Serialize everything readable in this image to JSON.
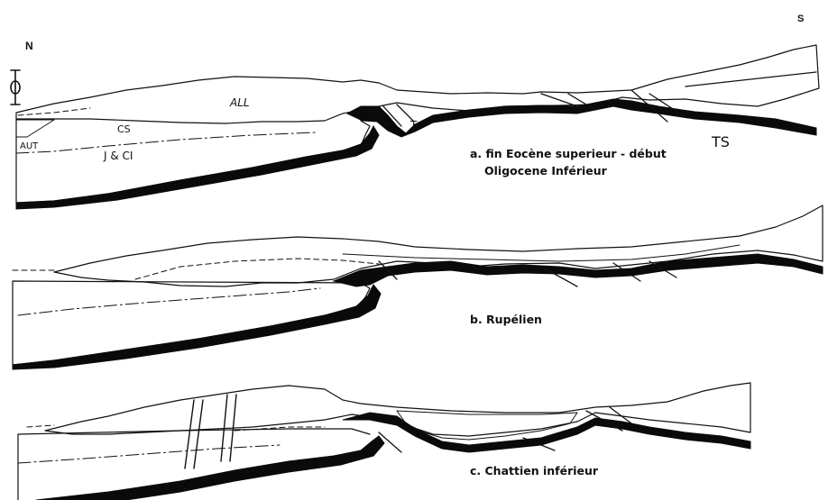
{
  "orientation": {
    "north": "N",
    "south": "S"
  },
  "section_a": {
    "caption_line1": "a. fin Eocène superieur - début",
    "caption_line2": "Oligocene Inférieur",
    "labels": {
      "all": "ALL",
      "cs": "CS",
      "aut": "AUT",
      "jci": "J & CI",
      "t": "T",
      "ts": "TS"
    }
  },
  "section_b": {
    "caption": "b. Rupélien"
  },
  "section_c": {
    "caption": "c. Chattien inférieur"
  },
  "colors": {
    "ink": "#111111",
    "paper": "#ffffff"
  }
}
